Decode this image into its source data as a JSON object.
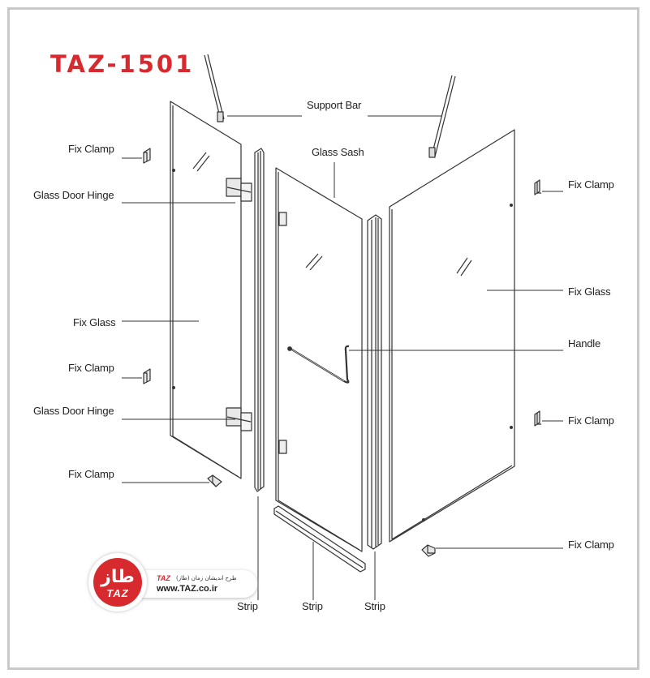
{
  "title": "TAZ-1501",
  "labels": {
    "support_bar": "Support Bar",
    "glass_sash": "Glass Sash",
    "fix_clamp_left_top": "Fix Clamp",
    "glass_door_hinge_top": "Glass Door Hinge",
    "fix_glass_left": "Fix Glass",
    "fix_clamp_left_mid": "Fix Clamp",
    "glass_door_hinge_bottom": "Glass Door Hinge",
    "fix_clamp_left_bottom": "Fix Clamp",
    "fix_clamp_right_top": "Fix Clamp",
    "fix_glass_right": "Fix Glass",
    "handle": "Handle",
    "fix_clamp_right_mid": "Fix Clamp",
    "fix_clamp_right_bottom": "Fix Clamp",
    "strip_left": "Strip",
    "strip_mid": "Strip",
    "strip_right": "Strip"
  },
  "logo": {
    "glyph": "طاز",
    "mark": "TAZ",
    "brand": "TAZ",
    "persian_text": "طرح اندیشان زمان (طاز)",
    "url": "www.TAZ.co.ir"
  },
  "colors": {
    "accent": "#d62a2f",
    "frame": "#c9c9c9",
    "line": "#333333"
  }
}
